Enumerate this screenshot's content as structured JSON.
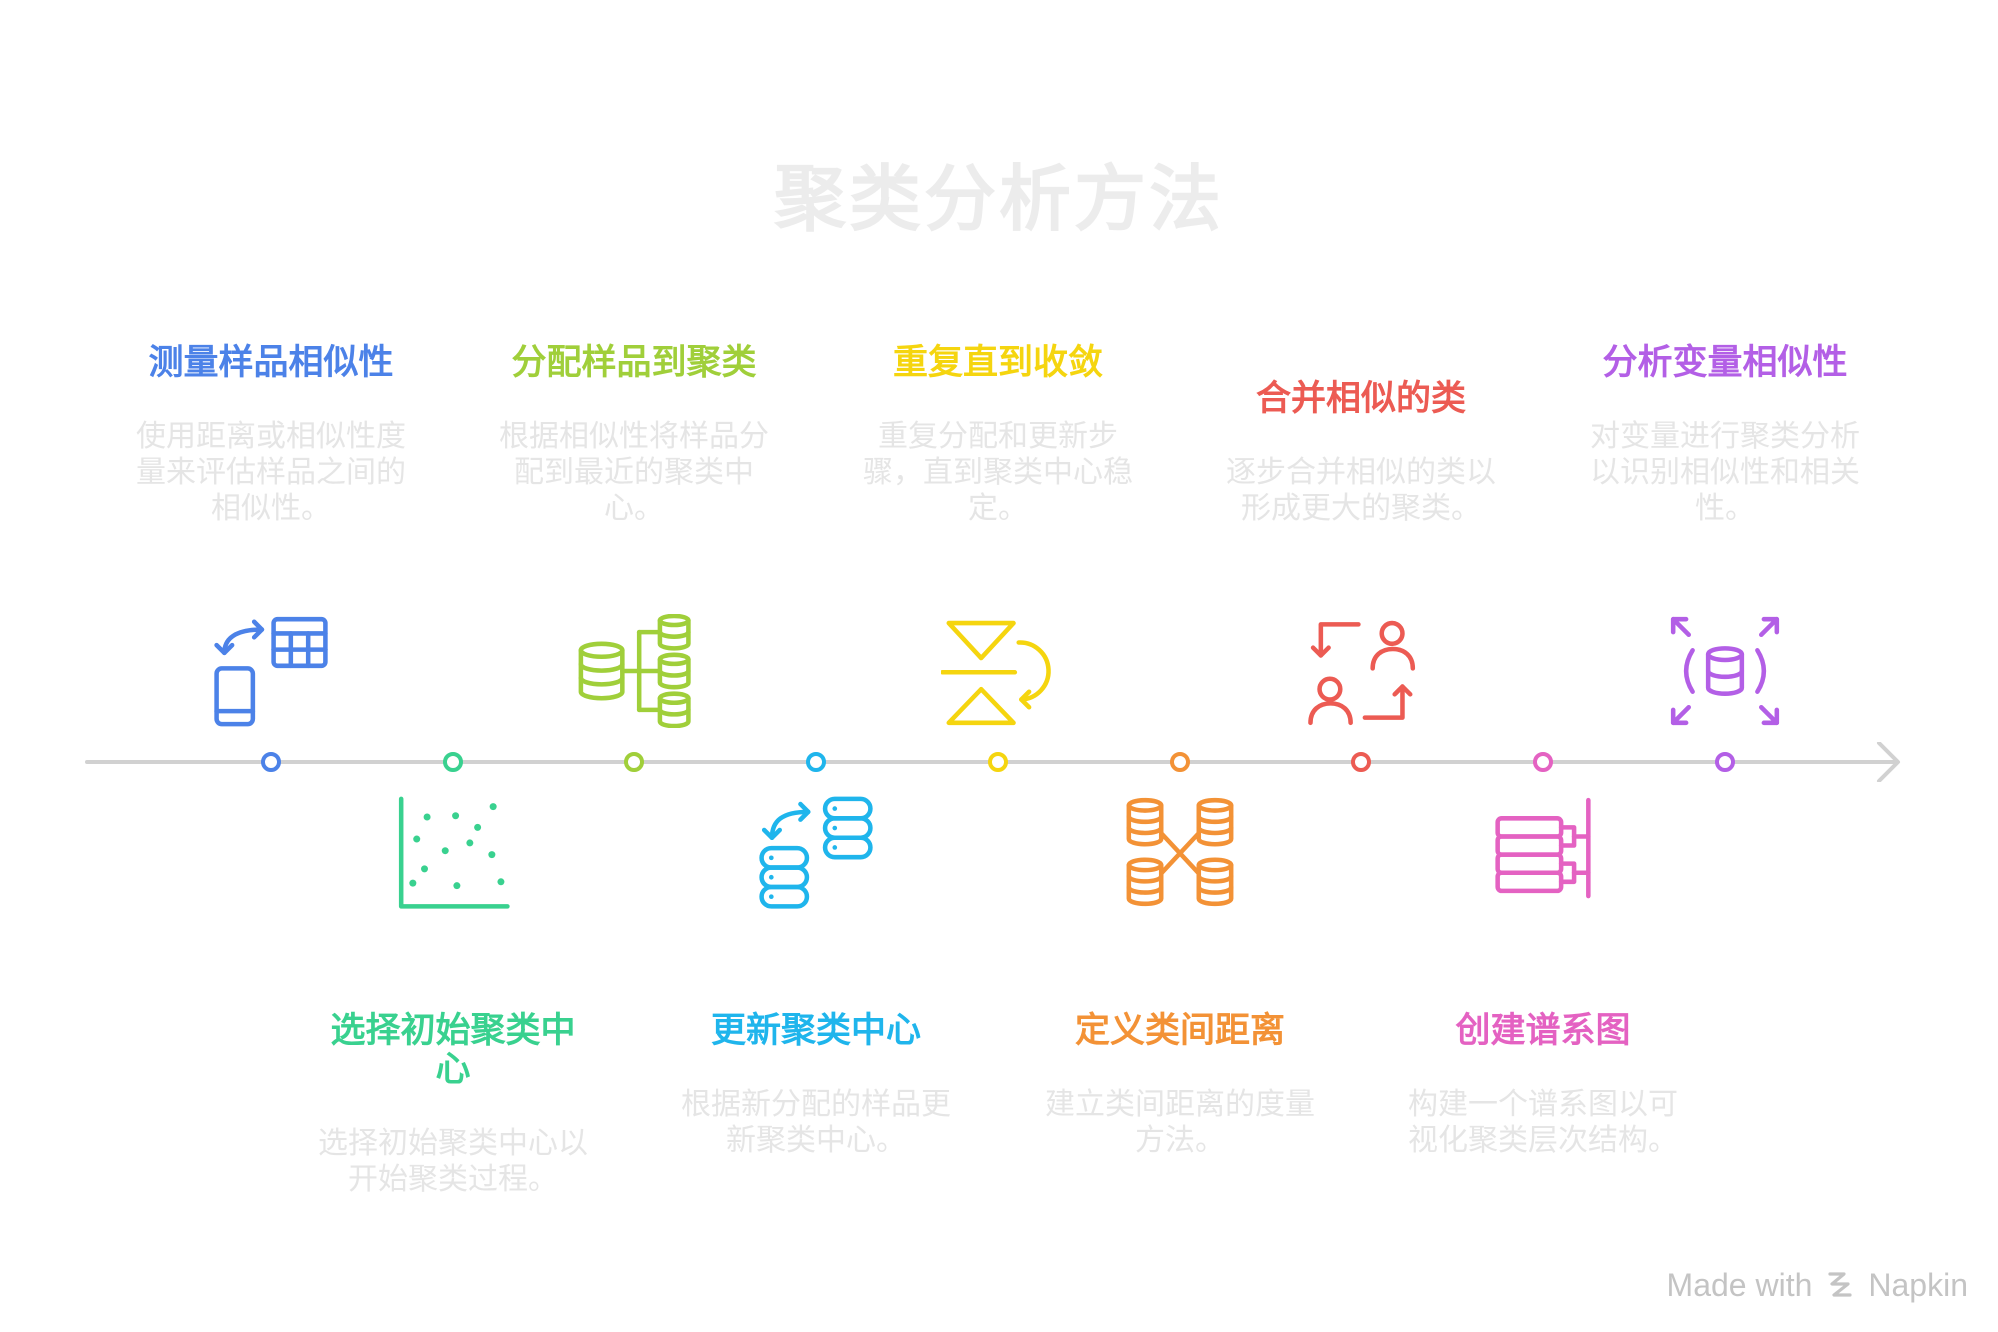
{
  "title": "聚类分析方法",
  "steps": [
    {
      "title": "测量样品相似性",
      "description": "使用距离或相似性度量来评估样品之间的相似性。",
      "color": "#4c82e8",
      "icon": "mobile-calculator-sync-icon"
    },
    {
      "title": "选择初始聚类中心",
      "description": "选择初始聚类中心以开始聚类过程。",
      "color": "#39d18f",
      "icon": "scatter-plot-icon"
    },
    {
      "title": "分配样品到聚类",
      "description": "根据相似性将样品分配到最近的聚类中心。",
      "color": "#a0cf3a",
      "icon": "database-branch-icon"
    },
    {
      "title": "更新聚类中心",
      "description": "根据新分配的样品更新聚类中心。",
      "color": "#1fb5ec",
      "icon": "database-sync-icon"
    },
    {
      "title": "重复直到收敛",
      "description": "重复分配和更新步骤，直到聚类中心稳定。",
      "color": "#f5d50f",
      "icon": "converge-repeat-icon"
    },
    {
      "title": "定义类间距离",
      "description": "建立类间距离的度量方法。",
      "color": "#f39236",
      "icon": "database-network-icon"
    },
    {
      "title": "合并相似的类",
      "description": "逐步合并相似的类以形成更大的聚类。",
      "color": "#ec5b53",
      "icon": "users-merge-icon"
    },
    {
      "title": "创建谱系图",
      "description": "构建一个谱系图以可视化聚类层次结构。",
      "color": "#e462c2",
      "icon": "dendrogram-icon"
    },
    {
      "title": "分析变量相似性",
      "description": "对变量进行聚类分析以识别相似性和相关性。",
      "color": "#b35fe6",
      "icon": "database-expand-icon"
    }
  ],
  "timeline": {
    "line_color": "#d1d1d1"
  },
  "text_colors": {
    "title": "#ececec",
    "description": "#e5e5e5"
  },
  "footer": {
    "made_with": "Made with",
    "brand": "Napkin",
    "color": "#c4c4c4",
    "logo_icon": "napkin-logo-icon"
  }
}
